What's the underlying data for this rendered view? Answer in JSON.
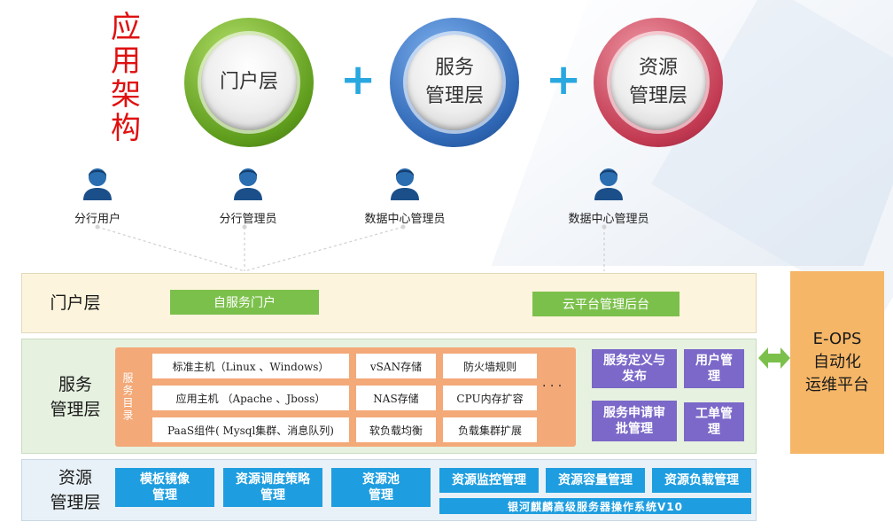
{
  "title_chars": [
    "应",
    "用",
    "架",
    "构"
  ],
  "rings": {
    "portal": [
      "门户层"
    ],
    "service": [
      "服务",
      "管理层"
    ],
    "resource": [
      "资源",
      "管理层"
    ]
  },
  "plus_sign": "+",
  "users": [
    {
      "label": "分行用户",
      "icon": "user-icon"
    },
    {
      "label": "分行管理员",
      "icon": "user-icon"
    },
    {
      "label": "数据中心管理员",
      "icon": "user-icon"
    },
    {
      "label": "数据中心管理员",
      "icon": "user-icon"
    }
  ],
  "portal_layer": {
    "label": "门户层",
    "self_service": "自服务门户",
    "cloud_admin": "云平台管理后台"
  },
  "service_layer": {
    "label": [
      "服务",
      "管理层"
    ],
    "catalog_tag": "服务目录",
    "catalog_cells": [
      "标准主机（Linux 、Windows）",
      "vSAN存储",
      "防火墙规则",
      "应用主机 （Apache 、Jboss）",
      "NAS存储",
      "CPU内存扩容",
      "PaaS组件( Mysql集群、消息队列)",
      "软负载均衡",
      "负载集群扩展"
    ],
    "ellipsis": "·  ·  ·",
    "mgmt": [
      [
        "服务定义与",
        "发布"
      ],
      [
        "用户管",
        "理"
      ],
      [
        "服务申请审",
        "批管理"
      ],
      [
        "工单管",
        "理"
      ]
    ]
  },
  "resource_layer": {
    "label": [
      "资源",
      "管理层"
    ],
    "tall_boxes": [
      [
        "模板镜像",
        "管理"
      ],
      [
        "资源调度策略",
        "管理"
      ],
      [
        "资源池",
        "管理"
      ]
    ],
    "short_boxes": [
      "资源监控管理",
      "资源容量管理",
      "资源负载管理"
    ],
    "os_bar": "银河麒麟高级服务器操作系统V10"
  },
  "eops": [
    "E-OPS",
    "自动化",
    "运维平台"
  ],
  "colors": {
    "title": "#e01010",
    "plus": "#29a8e0",
    "green_button": "#7cc04c",
    "catalog": "#f3a978",
    "purple_button": "#7b68c8",
    "blue_button": "#1e9ee0",
    "eops": "#f5b667",
    "arrow": "#7cc04c"
  }
}
